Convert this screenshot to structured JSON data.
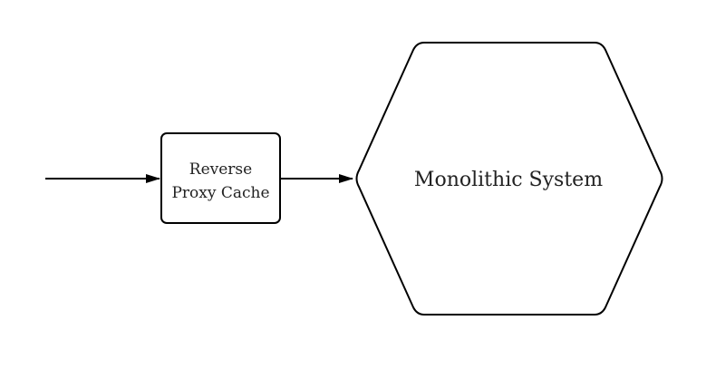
{
  "diagram": {
    "nodes": {
      "proxy": {
        "line1": "Reverse",
        "line2": "Proxy Cache"
      },
      "system": {
        "label": "Monolithic System"
      }
    }
  },
  "colors": {
    "stroke": "#000000",
    "background": "#ffffff",
    "text": "#222222"
  }
}
